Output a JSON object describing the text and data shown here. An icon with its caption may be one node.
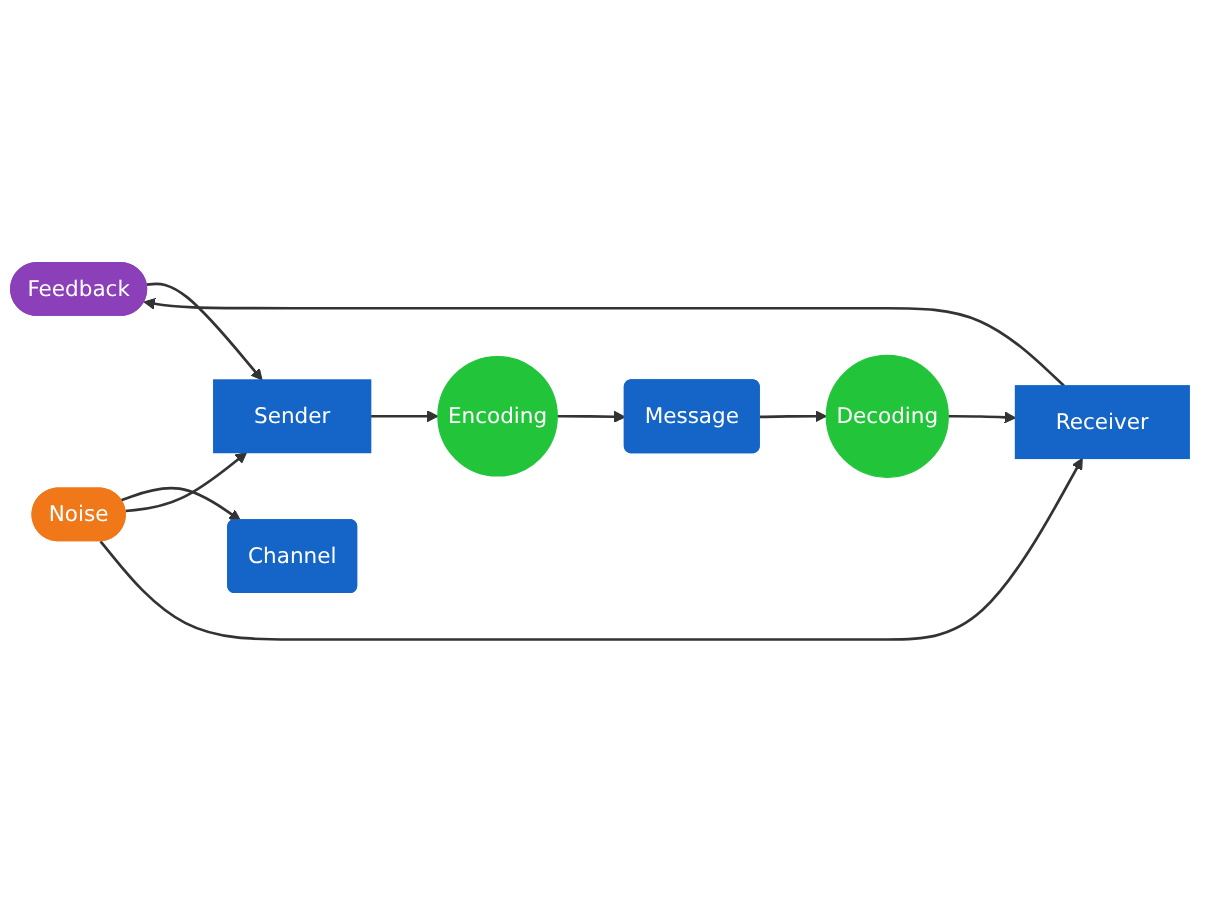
{
  "diagram": {
    "nodes": [
      {
        "text": [
          "Feedback"
        ]
      },
      {
        "text": [
          "Sender"
        ]
      },
      {
        "text": [
          "Encoding"
        ]
      },
      {
        "text": [
          "Message"
        ]
      },
      {
        "text": [
          "Channel"
        ]
      },
      {
        "text": [
          "Decoding"
        ]
      },
      {
        "text": [
          "Receiver"
        ]
      },
      {
        "text": [
          "Noise"
        ]
      }
    ],
    "edges": [
      {
        "from": 6,
        "to": 0,
        "arrow": "to"
      },
      {
        "from": 0,
        "to": 1,
        "arrow": "to"
      },
      {
        "from": 1,
        "to": 2,
        "arrow": "to"
      },
      {
        "from": 2,
        "to": 3,
        "arrow": "to"
      },
      {
        "from": 3,
        "to": 5,
        "arrow": "to"
      },
      {
        "from": 5,
        "to": 6,
        "arrow": "to"
      },
      {
        "from": 7,
        "to": 4,
        "arrow": "to"
      },
      {
        "from": 7,
        "to": 1,
        "arrow": "to"
      },
      {
        "from": 7,
        "to": 6,
        "arrow": "to"
      }
    ]
  }
}
